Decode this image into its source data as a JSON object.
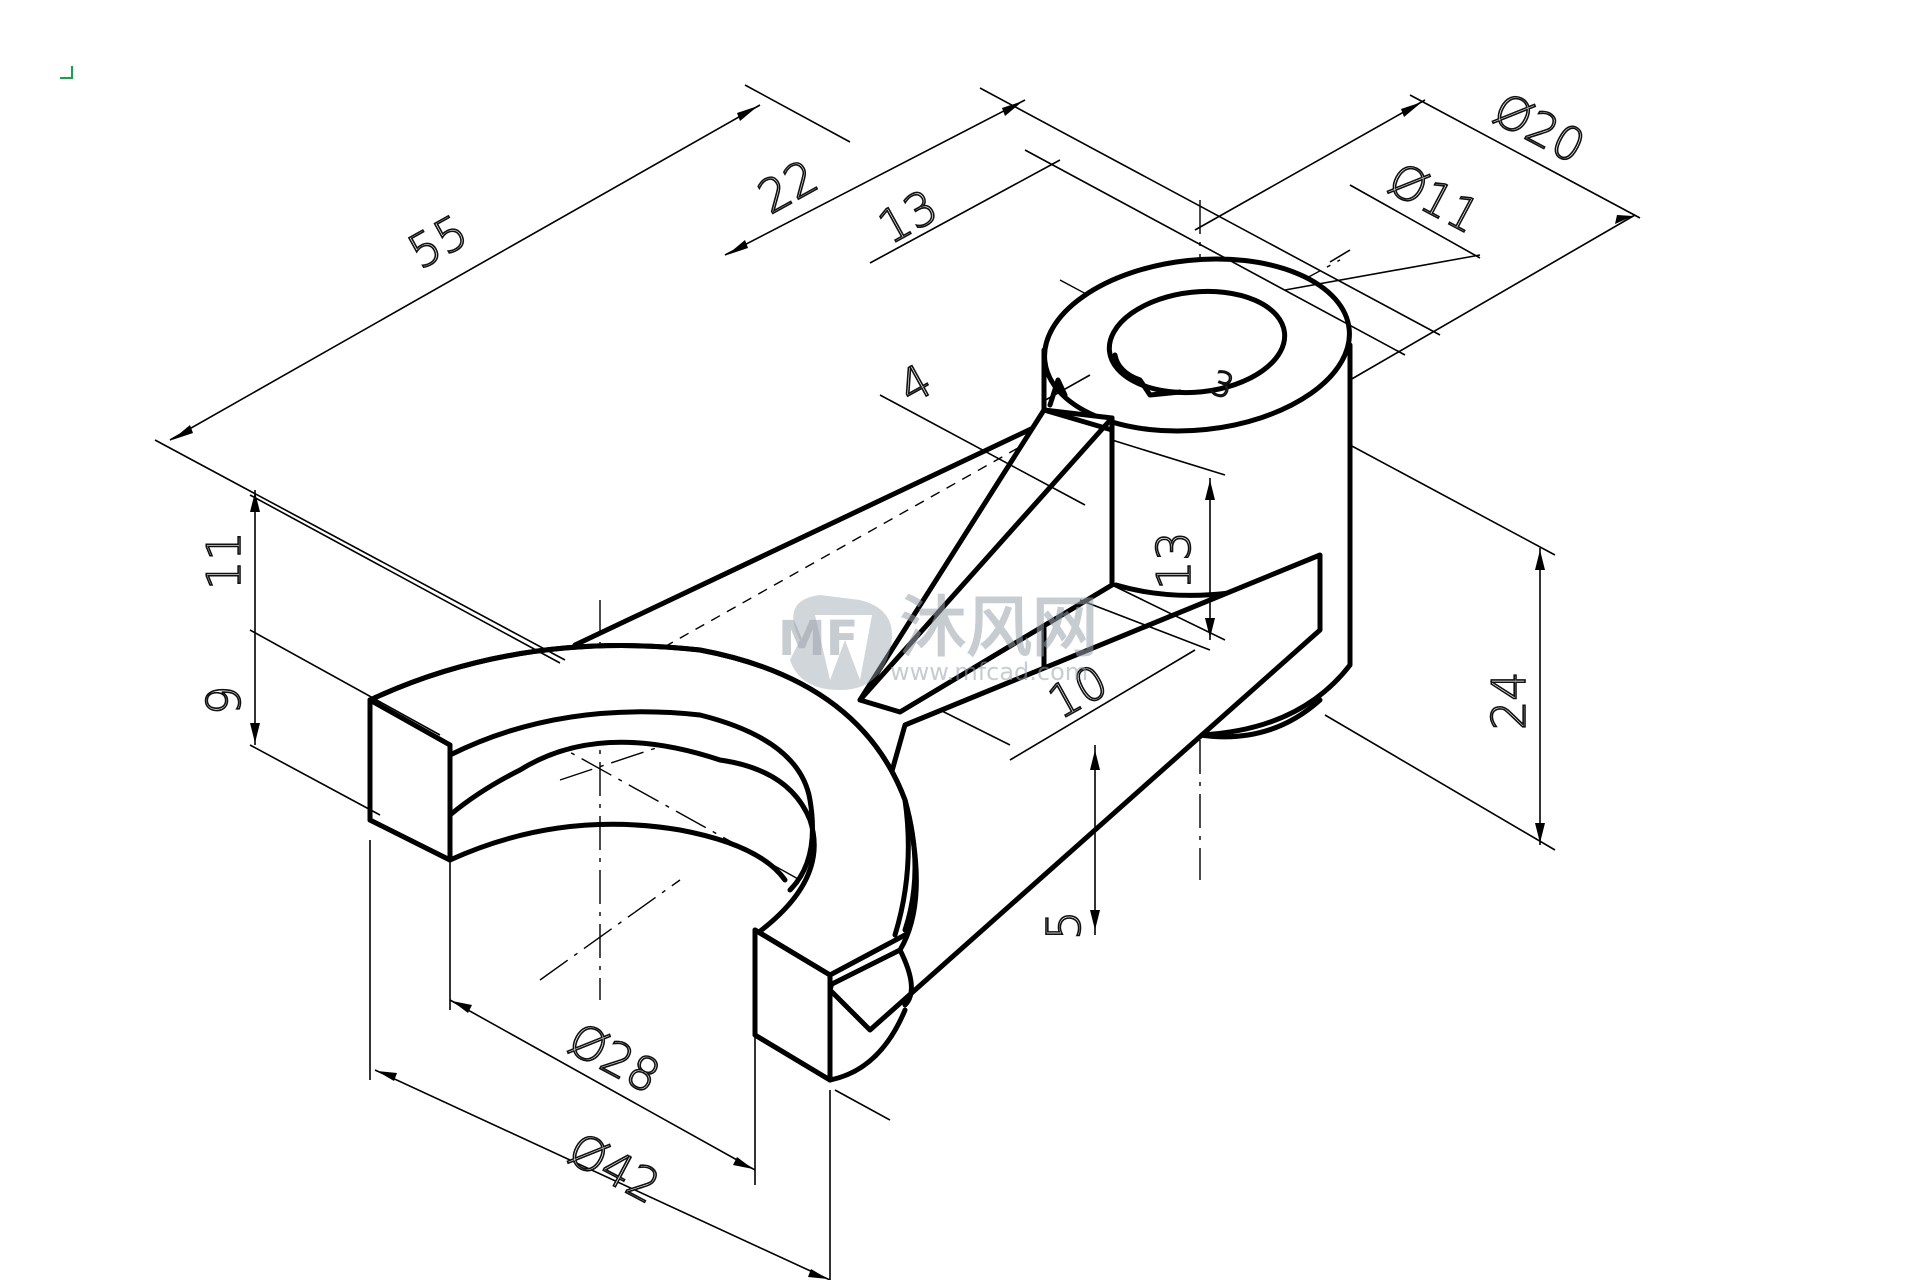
{
  "drawing": {
    "dimensions": {
      "overall_length": "55",
      "boss_offset": "22",
      "rib_offset": "13",
      "boss_outer_dia": "Ø20",
      "boss_inner_dia": "Ø11",
      "rib_thickness": "4",
      "rib_height": "13",
      "boss_height": "24",
      "base_upper_height": "11",
      "base_lower_height": "9",
      "arm_width": "10",
      "arm_thickness": "5",
      "fork_inner_dia": "Ø28",
      "fork_outer_dia": "Ø42"
    },
    "keyway_label": "3"
  },
  "watermark": {
    "brand": "沐风网",
    "url": "www.mfcad.com",
    "logo_letters": "MF"
  },
  "colors": {
    "line": "#000000",
    "background": "#ffffff",
    "watermark": "#9aa3ad",
    "corner_mark": "#16a34a"
  }
}
